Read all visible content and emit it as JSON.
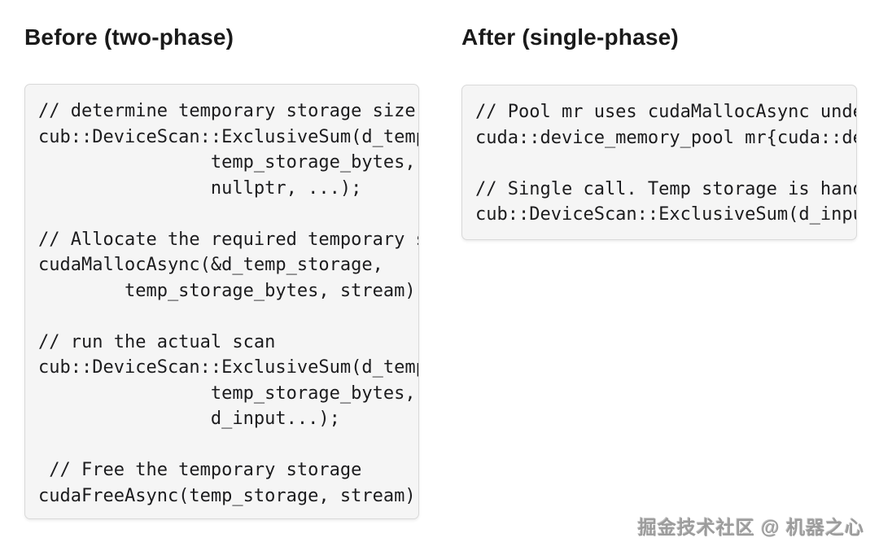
{
  "panels": {
    "before": {
      "title": "Before (two-phase)",
      "code_lines": [
        "// determine temporary storage size",
        "cub::DeviceScan::ExclusiveSum(d_temp",
        "                temp_storage_bytes,",
        "                nullptr, ...);",
        "",
        "// Allocate the required temporary s",
        "cudaMallocAsync(&d_temp_storage,",
        "        temp_storage_bytes, stream);",
        "",
        "// run the actual scan",
        "cub::DeviceScan::ExclusiveSum(d_temp",
        "                temp_storage_bytes,",
        "                d_input...);",
        "",
        " // Free the temporary storage",
        "cudaFreeAsync(temp_storage, stream);"
      ]
    },
    "after": {
      "title": "After (single-phase)",
      "code_lines": [
        "// Pool mr uses cudaMallocAsync unde",
        "cuda::device_memory_pool mr{cuda::de",
        "",
        "// Single call. Temp storage is hand",
        "cub::DeviceScan::ExclusiveSum(d_inpu"
      ]
    }
  },
  "watermark": "掘金技术社区 @ 机器之心",
  "colors": {
    "page_bg": "#ffffff",
    "code_bg": "#f5f5f5",
    "code_border": "#d9d9d9",
    "code_text": "#1c1c1e",
    "heading_text": "#1a1a1a",
    "watermark_gray": "#9c9c9c"
  }
}
